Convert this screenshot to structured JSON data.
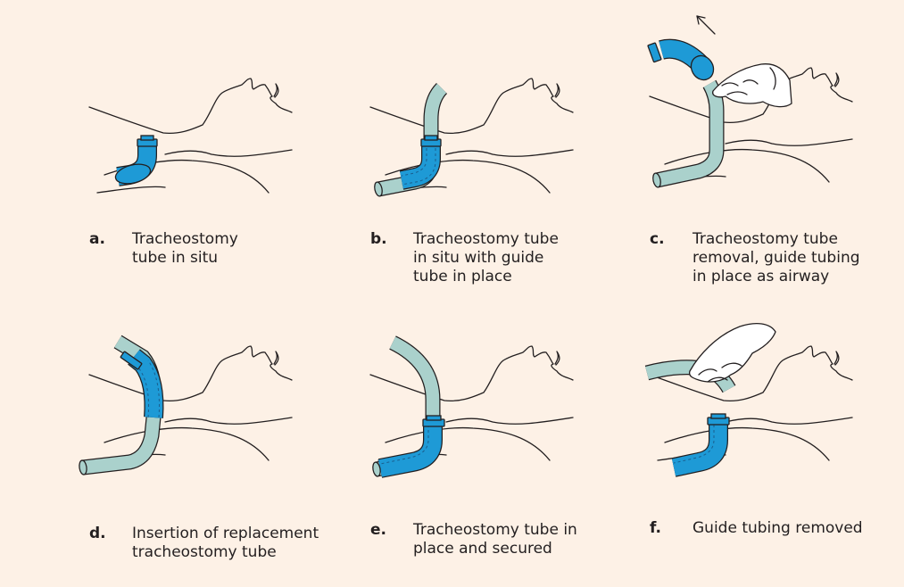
{
  "panels": [
    {
      "letter": "a.",
      "caption": "Tracheostomy\ntube in situ"
    },
    {
      "letter": "b.",
      "caption": "Tracheostomy tube\nin situ with guide\ntube in place"
    },
    {
      "letter": "c.",
      "caption": "Tracheostomy tube\nremoval, guide tubing\nin place as airway"
    },
    {
      "letter": "d.",
      "caption": "Insertion of replacement\ntracheostomy tube"
    },
    {
      "letter": "e.",
      "caption": "Tracheostomy tube in\nplace and secured"
    },
    {
      "letter": "f.",
      "caption": "Guide tubing removed"
    }
  ],
  "colors": {
    "background": "#fdf1e6",
    "tracheostomy_tube": "#1e9ad6",
    "guide_tubing": "#aad1cc",
    "outline": "#231f20"
  }
}
